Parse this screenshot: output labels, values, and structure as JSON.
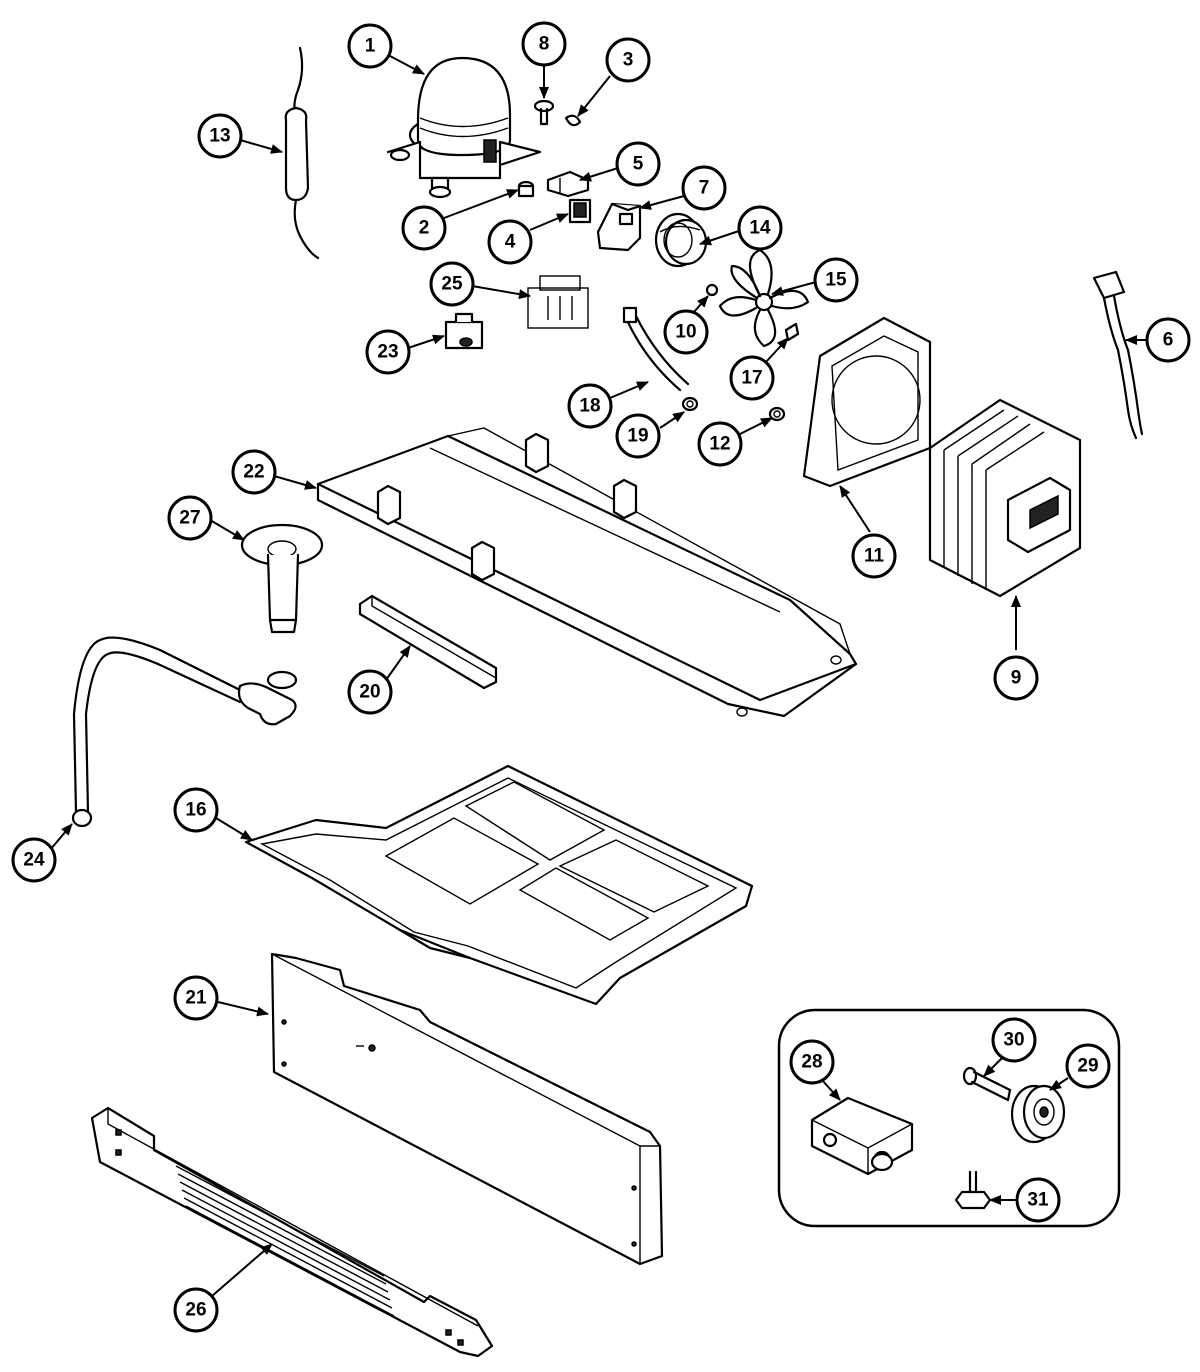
{
  "callouts": [
    "1",
    "2",
    "3",
    "4",
    "5",
    "6",
    "7",
    "8",
    "9",
    "10",
    "11",
    "12",
    "13",
    "14",
    "15",
    "16",
    "17",
    "18",
    "19",
    "20",
    "21",
    "22",
    "23",
    "24",
    "25",
    "26",
    "27",
    "28",
    "29",
    "30",
    "31"
  ],
  "colors": {
    "line": "#000000",
    "background": "#ffffff"
  }
}
